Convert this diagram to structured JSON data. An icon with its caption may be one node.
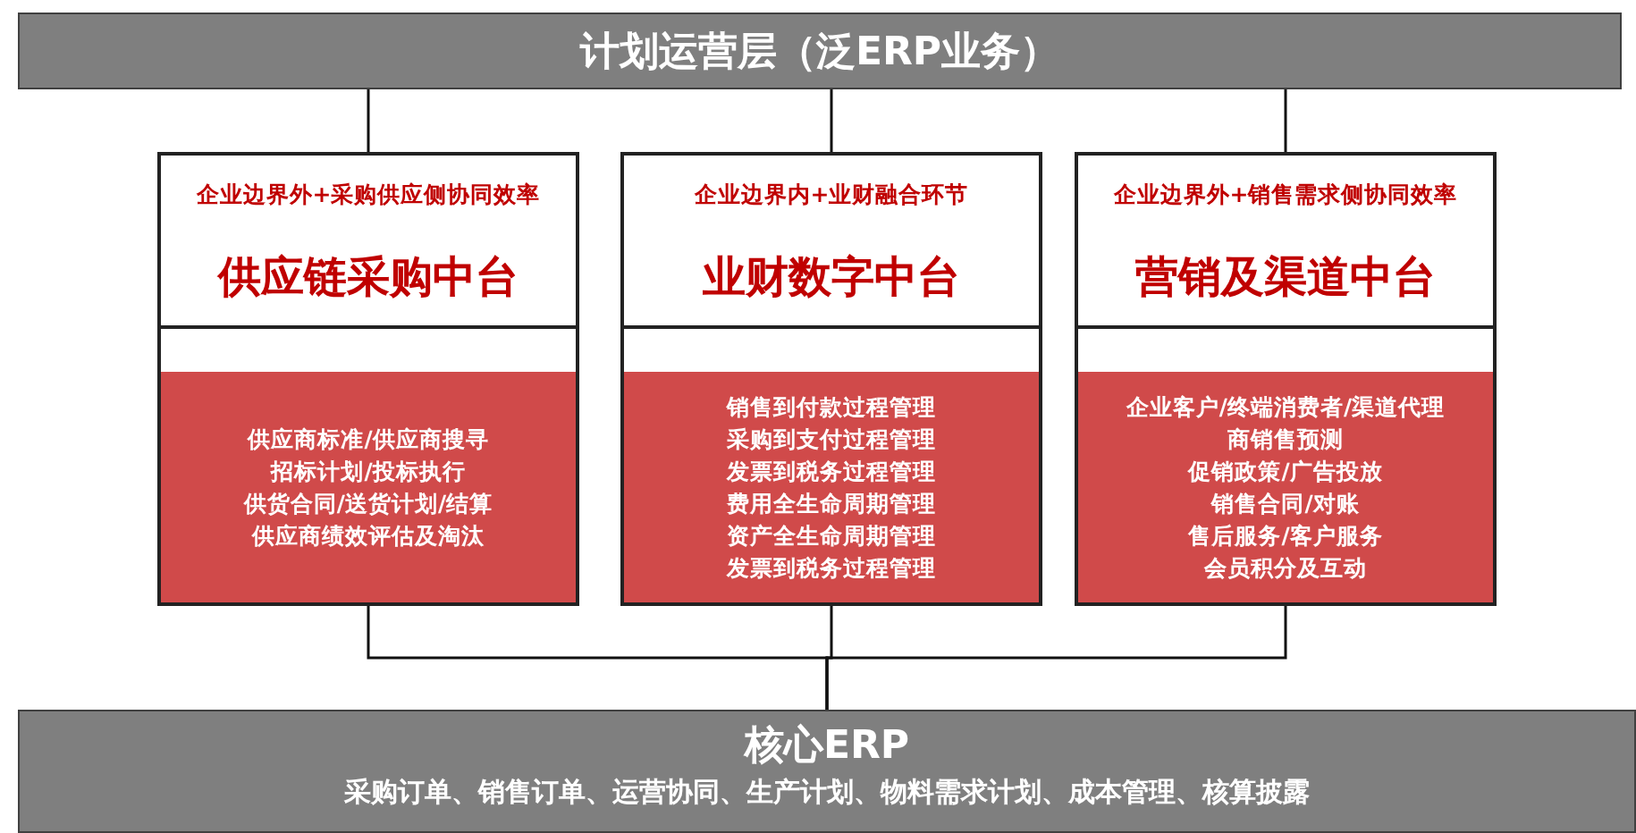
{
  "diagram": {
    "nodes": [
      {
        "text": [
          "计划运营层（泛ERP业务）"
        ]
      },
      {
        "text": [
          "企业边界外+采购供应侧协同效率",
          "供应链采购中台"
        ]
      },
      {
        "text": [
          "供应商标准/供应商搜寻",
          "招标计划/投标执行",
          "供货合同/送货计划/结算",
          "供应商绩效评估及淘汰"
        ],
        "in": 1
      },
      {
        "text": [
          "企业边界内+业财融合环节",
          "业财数字中台"
        ]
      },
      {
        "text": [
          "销售到付款过程管理",
          "采购到支付过程管理",
          "发票到税务过程管理",
          "费用全生命周期管理",
          "资产全生命周期管理",
          "发票到税务过程管理"
        ],
        "in": 3
      },
      {
        "text": [
          "企业边界外+销售需求侧协同效率",
          "营销及渠道中台"
        ]
      },
      {
        "text": [
          "企业客户/终端消费者/渠道代理",
          "商销售预测",
          "促销政策/广告投放",
          "销售合同/对账",
          "售后服务/客户服务",
          "会员积分及互动"
        ],
        "in": 5
      },
      {
        "text": [
          "核心ERP",
          "采购订单、销售订单、运营协同、生产计划、物料需求计划、成本管理、核算披露"
        ]
      }
    ],
    "edges": [
      {
        "from": 0,
        "to": 1,
        "arrow": "none"
      },
      {
        "from": 0,
        "to": 3,
        "arrow": "none"
      },
      {
        "from": 0,
        "to": 5,
        "arrow": "none"
      },
      {
        "from": 1,
        "to": 7,
        "arrow": "none"
      },
      {
        "from": 3,
        "to": 7,
        "arrow": "none"
      },
      {
        "from": 5,
        "to": 7,
        "arrow": "none"
      }
    ]
  }
}
